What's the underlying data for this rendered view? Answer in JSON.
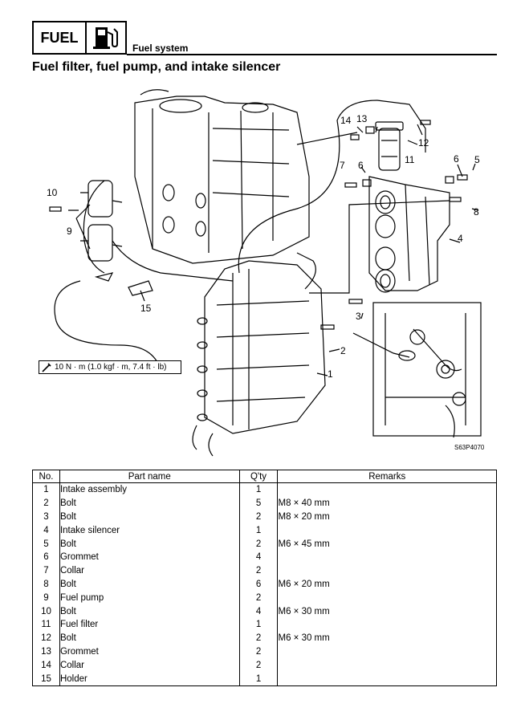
{
  "header": {
    "section_label": "FUEL",
    "section_name": "Fuel system",
    "icon": "fuel-pump-icon"
  },
  "title": "Fuel filter, fuel pump, and intake silencer",
  "diagram": {
    "callouts": [
      "1",
      "2",
      "3",
      "4",
      "5",
      "6",
      "7",
      "8",
      "9",
      "10",
      "11",
      "12",
      "13",
      "14",
      "15",
      "6"
    ],
    "torque_spec": "10 N · m (1.0 kgf · m, 7.4 ft · lb)",
    "figure_code": "S63P4070"
  },
  "table": {
    "headers": [
      "No.",
      "Part name",
      "Q'ty",
      "Remarks"
    ],
    "rows": [
      {
        "no": "1",
        "name": "Intake assembly",
        "qty": "1",
        "remarks": ""
      },
      {
        "no": "2",
        "name": "Bolt",
        "qty": "5",
        "remarks": "M8 × 40 mm"
      },
      {
        "no": "3",
        "name": "Bolt",
        "qty": "2",
        "remarks": "M8 × 20 mm"
      },
      {
        "no": "4",
        "name": "Intake silencer",
        "qty": "1",
        "remarks": ""
      },
      {
        "no": "5",
        "name": "Bolt",
        "qty": "2",
        "remarks": "M6 × 45 mm"
      },
      {
        "no": "6",
        "name": "Grommet",
        "qty": "4",
        "remarks": ""
      },
      {
        "no": "7",
        "name": "Collar",
        "qty": "2",
        "remarks": ""
      },
      {
        "no": "8",
        "name": "Bolt",
        "qty": "6",
        "remarks": "M6 × 20 mm"
      },
      {
        "no": "9",
        "name": "Fuel pump",
        "qty": "2",
        "remarks": ""
      },
      {
        "no": "10",
        "name": "Bolt",
        "qty": "4",
        "remarks": "M6 × 30 mm"
      },
      {
        "no": "11",
        "name": "Fuel filter",
        "qty": "1",
        "remarks": ""
      },
      {
        "no": "12",
        "name": "Bolt",
        "qty": "2",
        "remarks": "M6 × 30 mm"
      },
      {
        "no": "13",
        "name": "Grommet",
        "qty": "2",
        "remarks": ""
      },
      {
        "no": "14",
        "name": "Collar",
        "qty": "2",
        "remarks": ""
      },
      {
        "no": "15",
        "name": "Holder",
        "qty": "1",
        "remarks": ""
      }
    ]
  }
}
